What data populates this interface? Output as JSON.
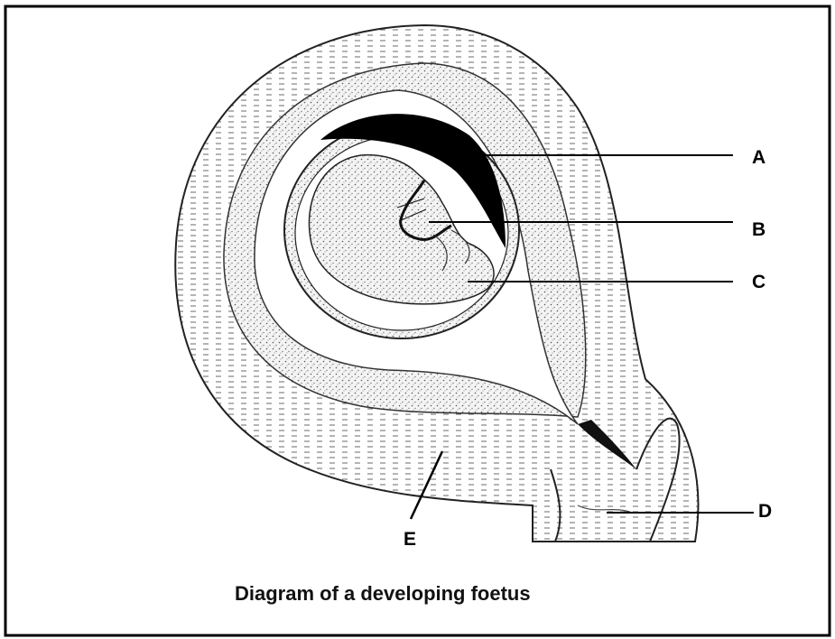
{
  "caption": "Diagram of a developing foetus",
  "labels": {
    "a": "A",
    "b": "B",
    "c": "C",
    "d": "D",
    "e": "E"
  }
}
